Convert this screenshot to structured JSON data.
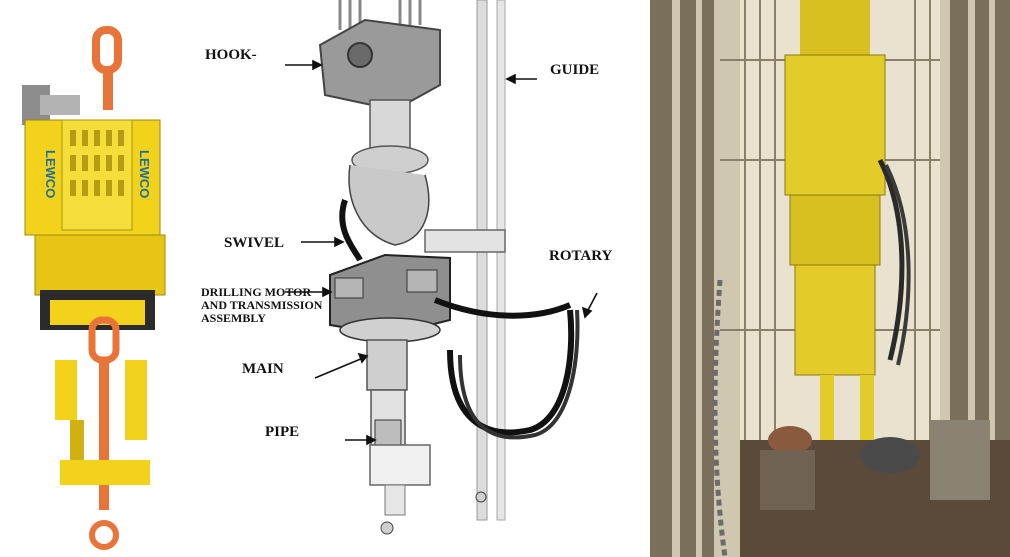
{
  "labels": {
    "hook": "HOOK-",
    "guide": "GUIDE",
    "swivel": "SWIVEL",
    "rotary": "ROTARY",
    "drilling_motor": "DRILLING MOTOR AND TRANSMISSION ASSEMBLY",
    "main": "MAIN",
    "pipe": "PIPE"
  },
  "brand_text": "LEWCO",
  "colors": {
    "equipment_yellow": "#f2d21b",
    "bail_orange": "#e8743a",
    "diagram_gray": "#9a9a9a",
    "photo_background": "#cfc7b0"
  }
}
